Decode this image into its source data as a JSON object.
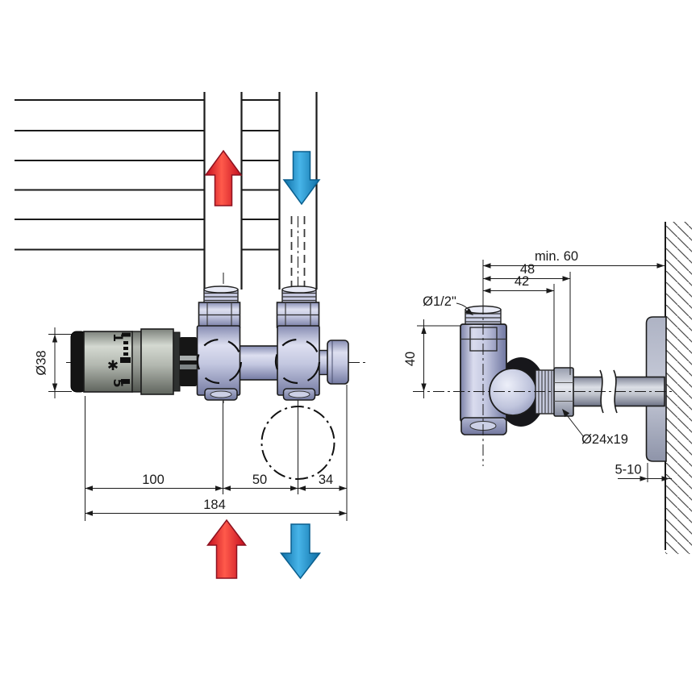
{
  "diagram": {
    "front_view": {
      "head_scale": {
        "max_label": "1",
        "frost_symbol": "✱",
        "min_label": "5"
      },
      "dimensions": {
        "head_diameter": "Ø38",
        "head_to_first_port": "100",
        "port_spacing": "50",
        "port_to_end": "34",
        "total_width": "184"
      }
    },
    "side_view": {
      "dimensions": {
        "min_wall_distance": "min. 60",
        "center_to_pipe": "48",
        "center_to_nut": "42",
        "top_to_center": "40",
        "thread_size": "Ø1/2\"",
        "nut_size": "Ø24x19",
        "wall_gap": "5-10"
      }
    },
    "flow": {
      "supply_color": "#e41e2a",
      "return_color": "#1887c2"
    },
    "body_color": "#c3c7e0"
  }
}
